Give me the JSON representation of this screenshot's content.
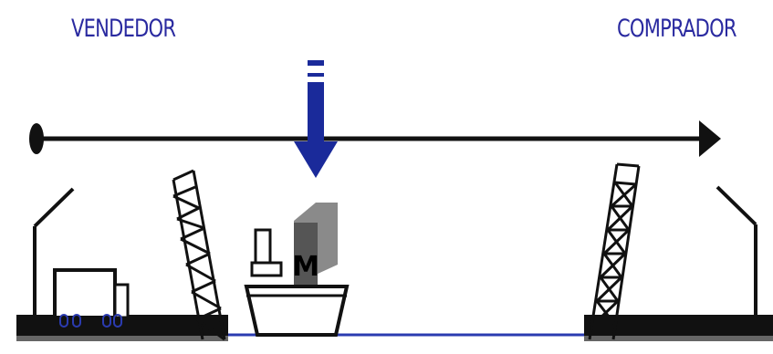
{
  "labels": {
    "seller": "VENDEDOR",
    "buyer": "COMPRADOR"
  },
  "ship": {
    "container_mark": "M"
  },
  "colors": {
    "label_text": "#2a2aa0",
    "timeline": "#111111",
    "arrow": "#1a2a9a",
    "water": "#2b3bb0",
    "ground": "#111111",
    "container": "#8a8a8a"
  },
  "icons": {
    "start": "timeline-start-dot-icon",
    "end": "timeline-end-arrowhead-icon",
    "transfer": "risk-transfer-arrow-icon",
    "warehouse_seller": "seller-warehouse-icon",
    "warehouse_buyer": "buyer-warehouse-icon",
    "truck": "truck-icon",
    "crane_origin": "origin-port-crane-icon",
    "crane_destination": "destination-port-crane-icon",
    "ship": "ship-icon"
  }
}
